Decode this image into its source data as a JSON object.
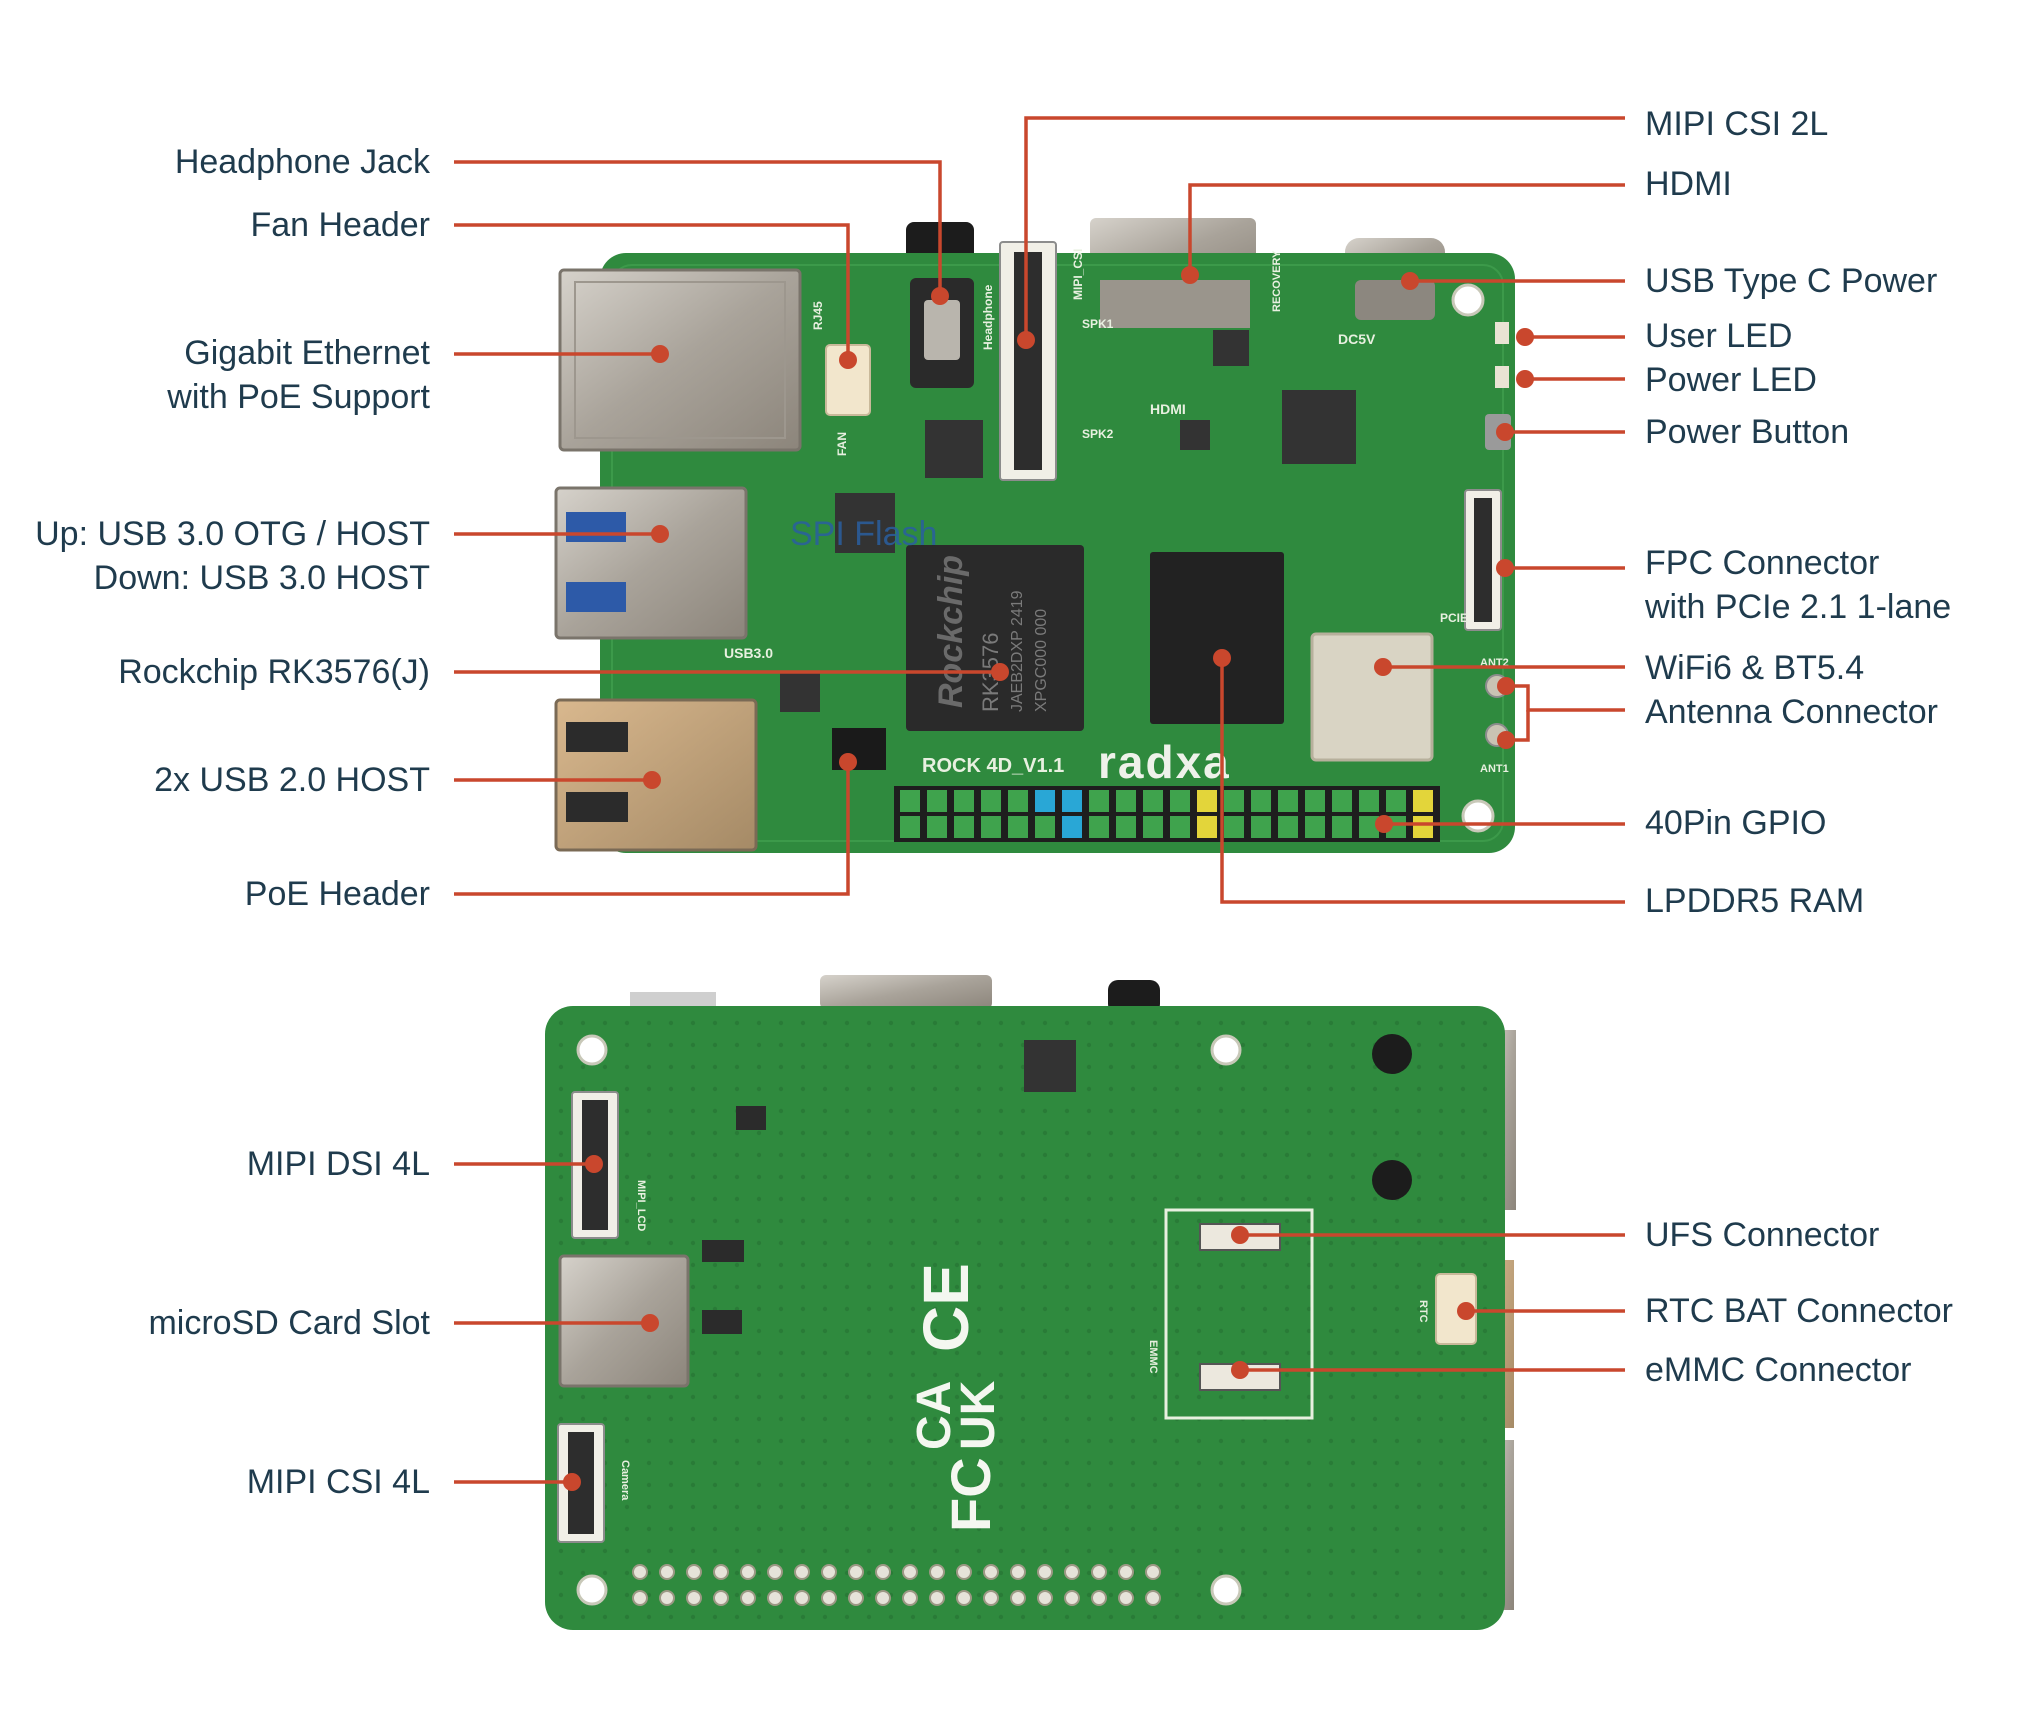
{
  "colors": {
    "leader": "#c9472d",
    "text": "#1f3b4d",
    "pcb": "#2f8a3e",
    "pcb_dark": "#267433",
    "chip": "#2a2a2a",
    "metal": "#b7b2aa"
  },
  "board": {
    "silkscreen_model": "ROCK 4D_V1.1",
    "silkscreen_logo": "radxa",
    "chip_marking": "Rockchip",
    "chip_part": "RK3576",
    "chip_lot": "JAEB2DXP 2419",
    "chip_code": "XPGC000 000",
    "spi_overlay": "SPI Flash",
    "silk_headphone": "Headphone",
    "silk_mipi_csi": "MIPI_CSI",
    "silk_hdmi": "HDMI",
    "silk_dc5v": "DC5V",
    "silk_recovery": "RECOVERY",
    "silk_fan": "FAN",
    "silk_usb30": "USB3.0",
    "silk_rj45": "RJ45",
    "silk_spk1": "SPK1",
    "silk_spk2": "SPK2",
    "silk_pcie": "PCIE",
    "silk_ant1": "ANT1",
    "silk_ant2": "ANT2",
    "silk_mipi_lcd": "MIPI_LCD",
    "silk_camera": "Camera",
    "silk_rtc": "RTC",
    "silk_emmc": "EMMC",
    "cert_ce": "CE",
    "cert_ukca_1": "UK",
    "cert_ukca_2": "CA",
    "cert_fc": "FC"
  },
  "labels_left_top": [
    {
      "text": "Headphone Jack"
    },
    {
      "text": "Fan Header"
    },
    {
      "text": "Gigabit Ethernet",
      "text2": "with PoE Support"
    },
    {
      "text": "Up: USB 3.0 OTG / HOST",
      "text2": "Down: USB 3.0 HOST"
    },
    {
      "text": "Rockchip RK3576(J)"
    },
    {
      "text": "2x USB 2.0 HOST"
    },
    {
      "text": "PoE Header"
    }
  ],
  "labels_right_top": [
    {
      "text": "MIPI CSI 2L"
    },
    {
      "text": "HDMI"
    },
    {
      "text": "USB Type C Power"
    },
    {
      "text": "User LED"
    },
    {
      "text": "Power LED"
    },
    {
      "text": "Power Button"
    },
    {
      "text": "FPC Connector",
      "text2": "with PCIe 2.1 1-lane"
    },
    {
      "text": "WiFi6 & BT5.4",
      "text2": "Antenna Connector"
    },
    {
      "text": "40Pin GPIO"
    },
    {
      "text": "LPDDR5 RAM"
    }
  ],
  "labels_left_bottom": [
    {
      "text": "MIPI DSI 4L"
    },
    {
      "text": "microSD Card Slot"
    },
    {
      "text": "MIPI CSI 4L"
    }
  ],
  "labels_right_bottom": [
    {
      "text": "UFS Connector"
    },
    {
      "text": "RTC BAT Connector"
    },
    {
      "text": "eMMC Connector"
    }
  ]
}
